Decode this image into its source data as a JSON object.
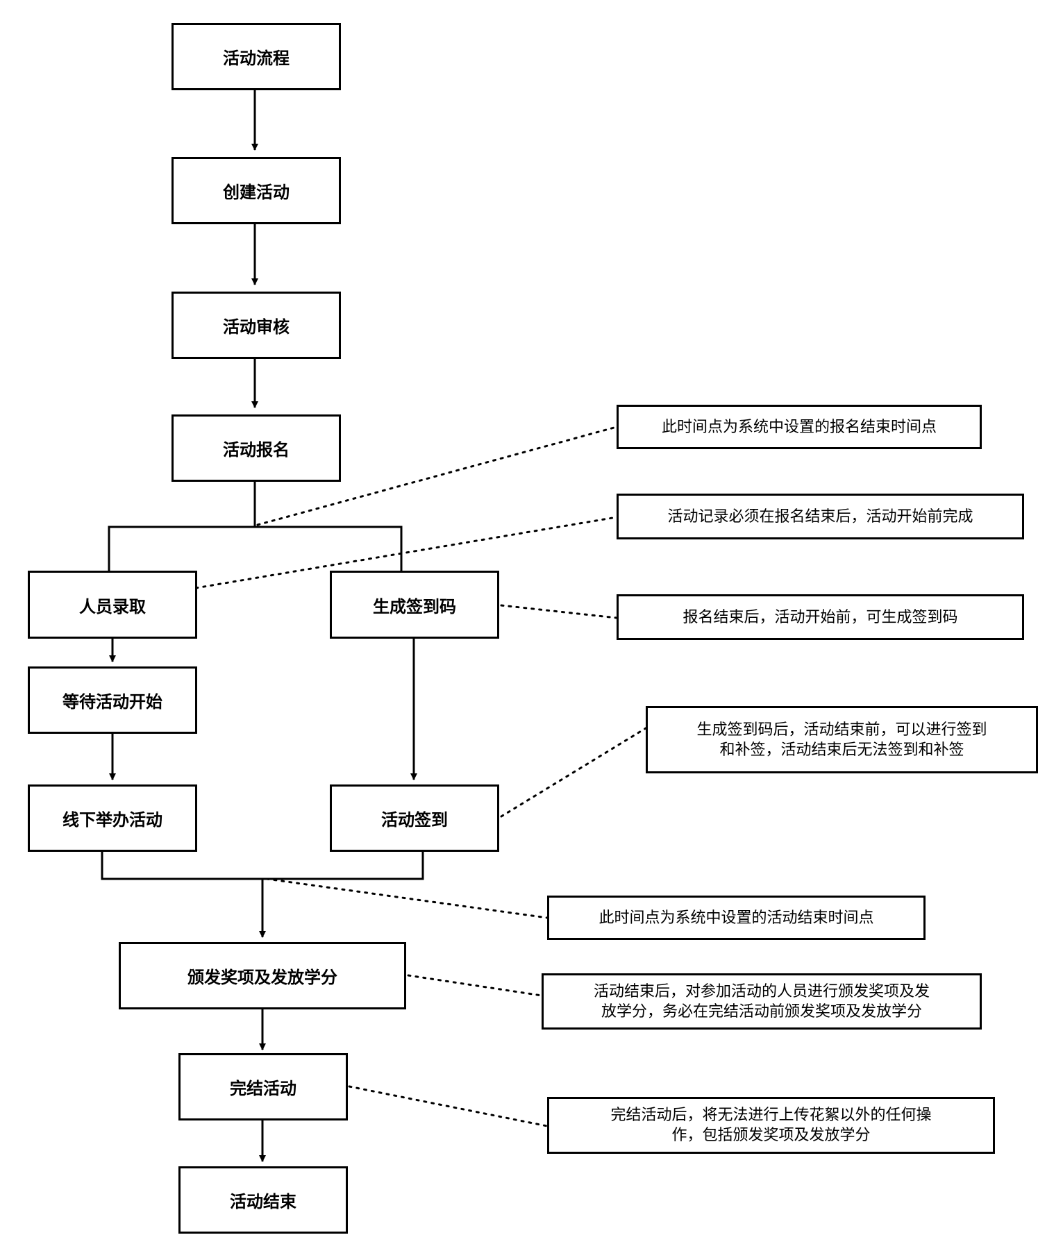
{
  "steps": {
    "flow": "活动流程",
    "create": "创建活动",
    "review": "活动审核",
    "signup": "活动报名",
    "admit": "人员录取",
    "gencode": "生成签到码",
    "wait": "等待活动开始",
    "offline": "线下举办活动",
    "checkin": "活动签到",
    "award": "颁发奖项及发放学分",
    "finish": "完结活动",
    "end": "活动结束"
  },
  "notes": {
    "signup_end": "此时间点为系统中设置的报名结束时间点",
    "admit_window": "活动记录必须在报名结束后，活动开始前完成",
    "code_window": "报名结束后，活动开始前，可生成签到码",
    "checkin_window_1": "生成签到码后，活动结束前，可以进行签到",
    "checkin_window_2": "和补签，活动结束后无法签到和补签",
    "activity_end": "此时间点为系统中设置的活动结束时间点",
    "award_1": "活动结束后，对参加活动的人员进行颁发奖项及发",
    "award_2": "放学分，务必在完结活动前颁发奖项及发放学分",
    "finish_1": "完结活动后，将无法进行上传花絮以外的任何操",
    "finish_2": "作，包括颁发奖项及发放学分"
  }
}
